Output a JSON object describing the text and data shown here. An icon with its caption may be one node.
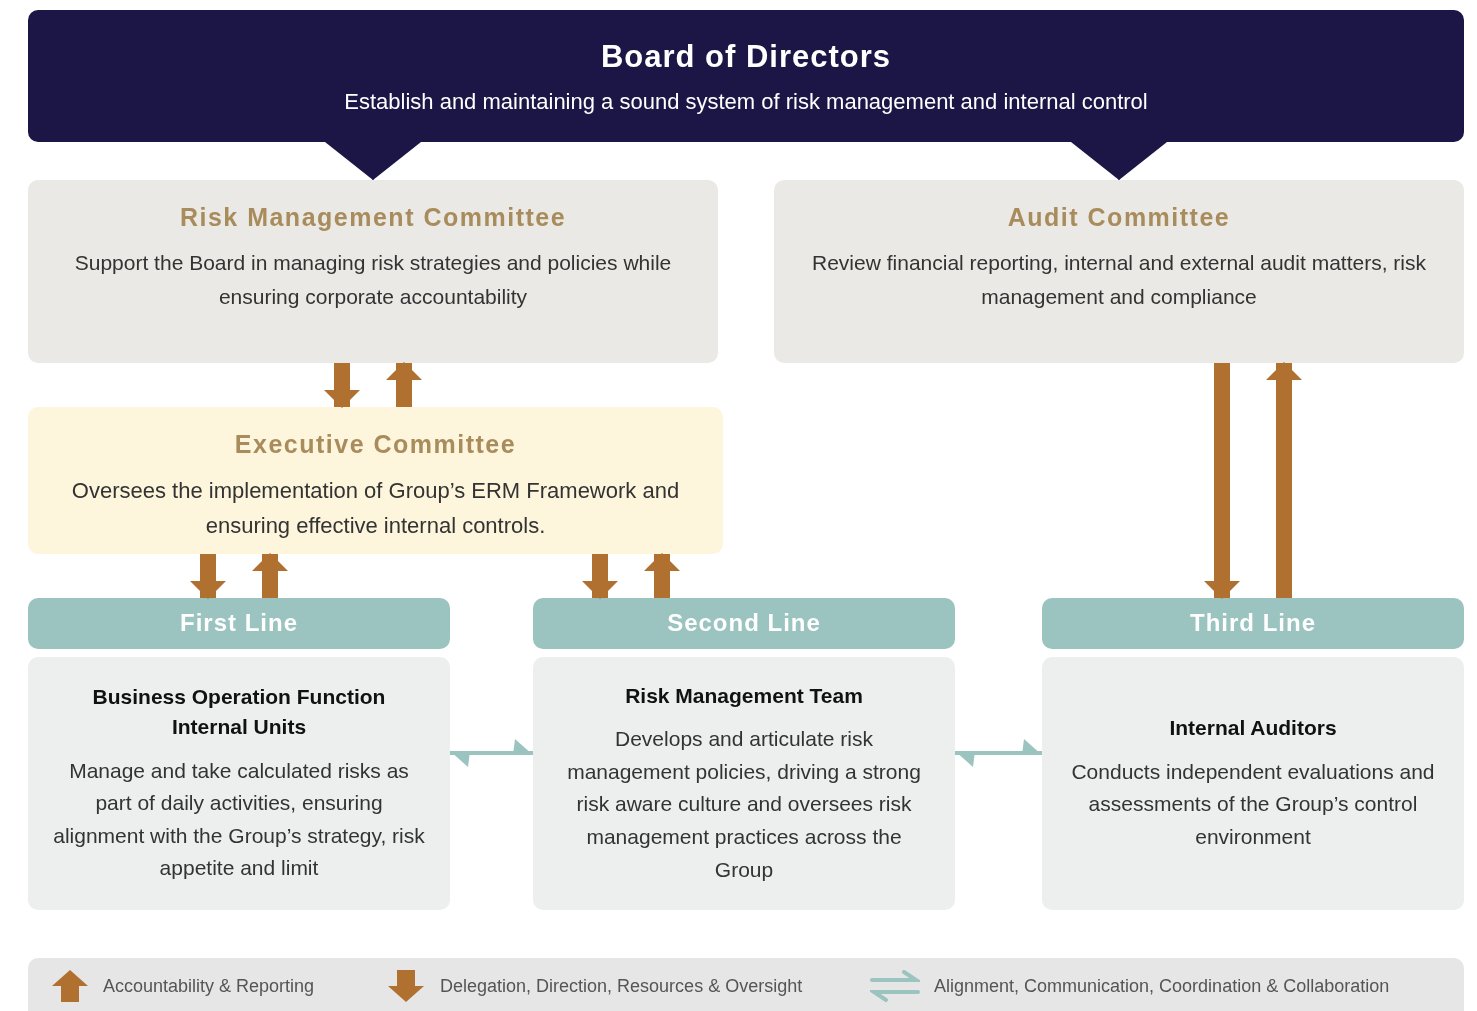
{
  "diagram": {
    "nodes": [
      {
        "text": [
          "Board of Directors",
          "Establish and maintaining a sound system of risk management and internal control"
        ]
      },
      {
        "text": [
          "Risk Management Committee",
          "Support the Board in managing risk strategies and policies while ensuring corporate accountability"
        ]
      },
      {
        "text": [
          "Audit Committee",
          "Review financial reporting, internal and external audit matters, risk management and compliance"
        ]
      },
      {
        "text": [
          "Executive Committee",
          "Oversees the implementation of Group’s ERM Framework and ensuring effective internal controls."
        ]
      },
      {
        "text": [
          "First Line"
        ]
      },
      {
        "text": [
          "Business Operation Function Internal Units",
          "Manage and take calculated risks as part of daily activities, ensuring alignment with the Group’s strategy, risk appetite and limit"
        ]
      },
      {
        "text": [
          "Second Line"
        ]
      },
      {
        "text": [
          "Risk Management Team",
          "Develops and articulate risk management policies, driving a strong risk aware culture and oversees risk management practices across the Group"
        ]
      },
      {
        "text": [
          "Third Line"
        ]
      },
      {
        "text": [
          "Internal Auditors",
          "Conducts independent evaluations and assessments of the Group’s control environment"
        ]
      }
    ],
    "edges": [
      {
        "from": 0,
        "to": 1,
        "arrow": "to",
        "color": "#1c1646"
      },
      {
        "from": 0,
        "to": 2,
        "arrow": "to",
        "color": "#1c1646"
      },
      {
        "from": 1,
        "to": 3,
        "arrow": "to"
      },
      {
        "from": 3,
        "to": 1,
        "arrow": "to"
      },
      {
        "from": 3,
        "to": 4,
        "arrow": "to"
      },
      {
        "from": 4,
        "to": 3,
        "arrow": "to"
      },
      {
        "from": 3,
        "to": 6,
        "arrow": "to"
      },
      {
        "from": 6,
        "to": 3,
        "arrow": "to"
      },
      {
        "from": 2,
        "to": 8,
        "arrow": "to"
      },
      {
        "from": 8,
        "to": 2,
        "arrow": "to"
      },
      {
        "from": 5,
        "to": 7,
        "arrow": "both",
        "color": "#9bc4c0"
      },
      {
        "from": 7,
        "to": 9,
        "arrow": "both",
        "color": "#9bc4c0"
      }
    ],
    "legend": [
      {
        "text": "Accountability & Reporting"
      },
      {
        "text": "Delegation, Direction, Resources & Oversight"
      },
      {
        "text": "Alignment, Communication, Coordination & Collaboration"
      }
    ]
  }
}
